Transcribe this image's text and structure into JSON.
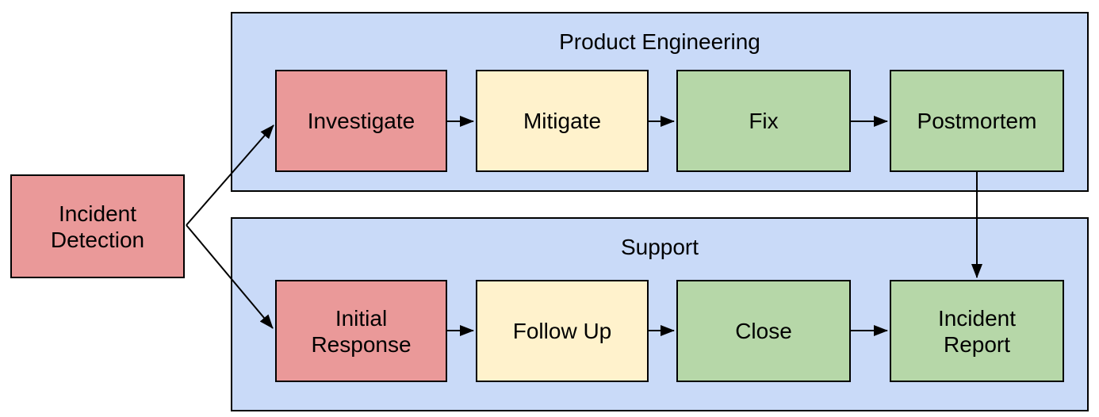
{
  "colors": {
    "lane_fill": "#C9DAF8",
    "node_red": "#EA9999",
    "node_yellow": "#FFF2CC",
    "node_green": "#B6D7A8",
    "border": "#000000",
    "background": "#ffffff"
  },
  "start_node": {
    "label": "Incident\nDetection",
    "color": "red"
  },
  "lanes": [
    {
      "title": "Product Engineering",
      "nodes": [
        {
          "label": "Investigate",
          "color": "red"
        },
        {
          "label": "Mitigate",
          "color": "yellow"
        },
        {
          "label": "Fix",
          "color": "green"
        },
        {
          "label": "Postmortem",
          "color": "green"
        }
      ]
    },
    {
      "title": "Support",
      "nodes": [
        {
          "label": "Initial\nResponse",
          "color": "red"
        },
        {
          "label": "Follow Up",
          "color": "yellow"
        },
        {
          "label": "Close",
          "color": "green"
        },
        {
          "label": "Incident\nReport",
          "color": "green"
        }
      ]
    }
  ]
}
